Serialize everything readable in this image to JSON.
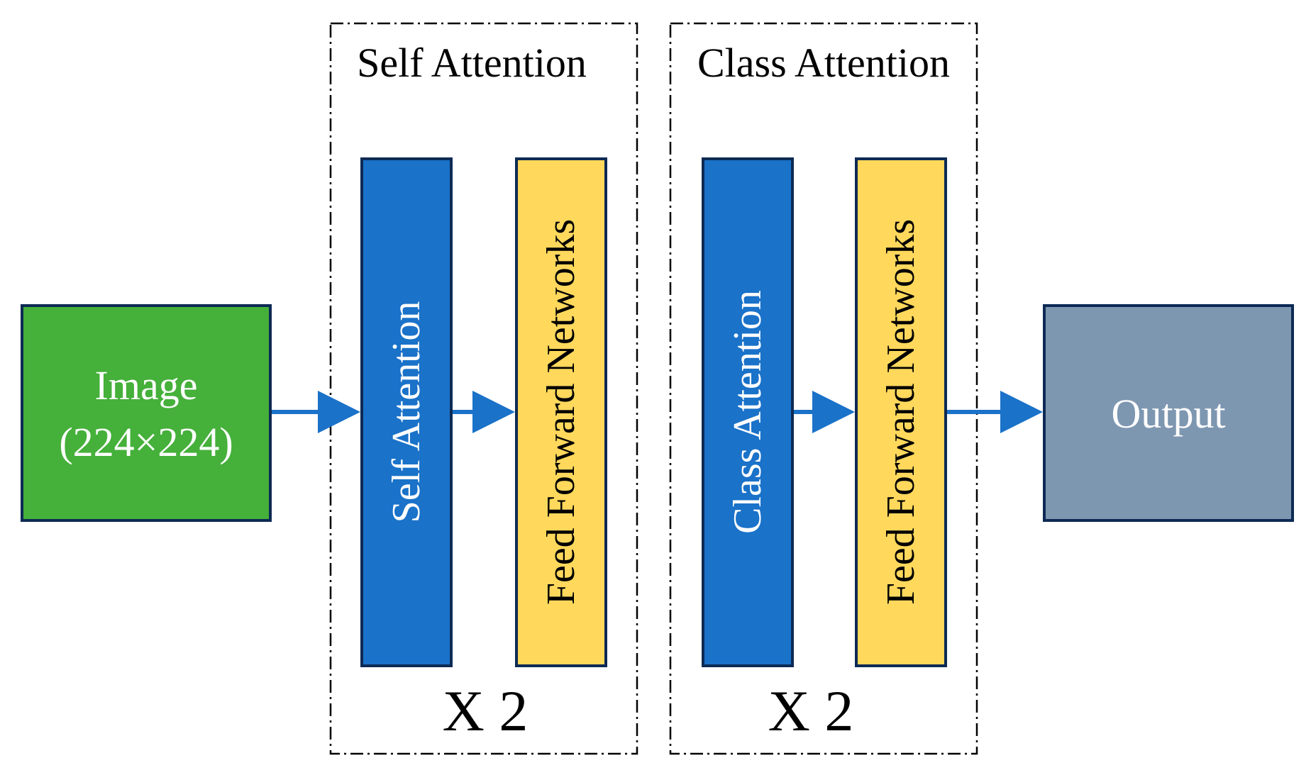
{
  "input_node": {
    "line1": "Image",
    "line2": "(224×224)",
    "fill": "#45B03A",
    "border": "#0D2A54"
  },
  "groups": [
    {
      "title": "Self Attention",
      "repeat": "X 2",
      "blocks": [
        "Self Attention",
        "Feed Forward Networks"
      ]
    },
    {
      "title": "Class Attention",
      "repeat": "X 2",
      "blocks": [
        "Class Attention",
        "Feed Forward Networks"
      ]
    }
  ],
  "output_node": {
    "label": "Output",
    "fill": "#7E97B1",
    "border": "#0D2A54"
  },
  "colors": {
    "attention_block": "#1A72C9",
    "ffn_block": "#FFD85C",
    "block_border": "#0D2A54",
    "arrow": "#1A72C9",
    "group_border": "#000000"
  }
}
